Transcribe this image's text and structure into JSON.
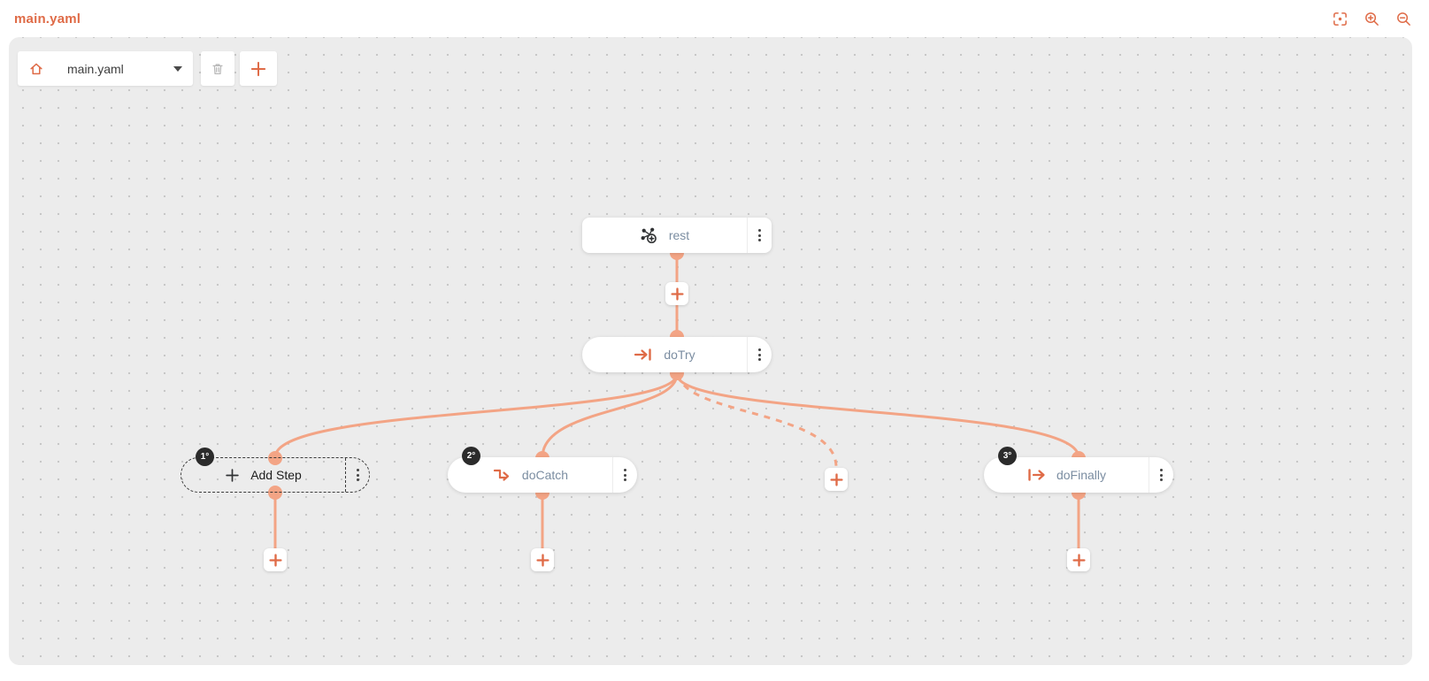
{
  "header": {
    "title": "main.yaml"
  },
  "toolbar": {
    "route_selector_value": "main.yaml"
  },
  "flow": {
    "rest_label": "rest",
    "dotry_label": "doTry",
    "addstep_label": "Add Step",
    "docatch_label": "doCatch",
    "dofinally_label": "doFinally",
    "badges": {
      "addstep": "1°",
      "docatch": "2°",
      "dofinally": "3°"
    }
  },
  "icons": {
    "header": [
      "fit-to-screen-icon",
      "zoom-in-icon",
      "zoom-out-icon"
    ],
    "toolbar": [
      "home-icon",
      "chevron-down-icon",
      "trash-icon",
      "plus-icon"
    ],
    "nodes": [
      "rest-api-icon",
      "arrow-to-bar-icon",
      "catch-arrow-icon",
      "bar-arrow-icon",
      "kebab-menu-icon",
      "plus-icon"
    ]
  },
  "colors": {
    "accent": "#df6b47",
    "connector": "#f3a485",
    "node_label": "#7b8da1",
    "badge_bg": "#2b2b2b",
    "canvas_bg": "#ececec",
    "icon_dark": "#2f3133"
  }
}
